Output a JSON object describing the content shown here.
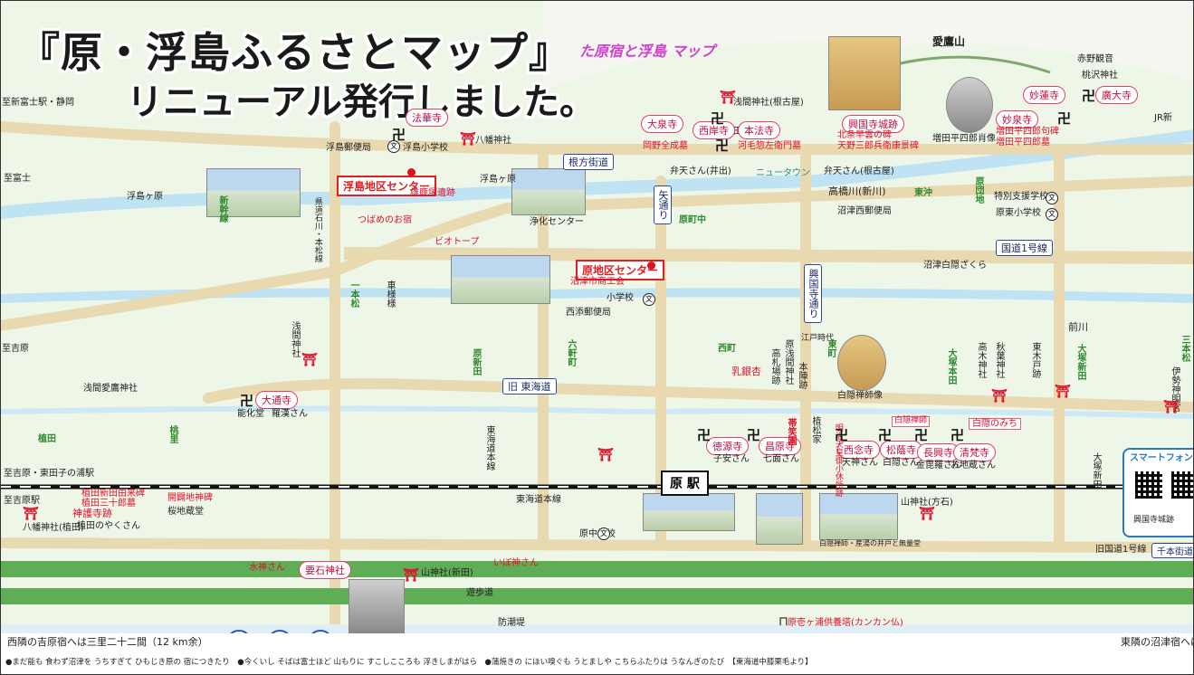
{
  "title": {
    "line1": "『原・浮島ふるさとマップ』",
    "line2": "リニューアル発行しました。"
  },
  "banner": "た原宿と浮島 マップ",
  "roads": {
    "negata": "根方街道",
    "yadori": "矢通り",
    "kokudo1": "国道1号線",
    "kyutokaido": "旧 東海道",
    "kokokyodo": "興国寺通り",
    "kyukokudo1": "旧国道1号線",
    "senbon": "千本街道",
    "newtown": "ニュータウン",
    "tokaido_line": "東海道本線"
  },
  "stations": {
    "hara": "原 駅"
  },
  "centers": {
    "ukishima": "浮島地区センター",
    "hara": "原地区センター"
  },
  "places": [
    "至新富士駅・静岡",
    "至富士",
    "至吉原",
    "至吉原・東田子の浦駅",
    "至吉原駅",
    "浮島ヶ原",
    "浮島ヶ原",
    "浮島郵便局",
    "浮島小学校",
    "法華寺",
    "八幡神社",
    "浅間神社(根古屋)",
    "原田",
    "雄鹿塚遺跡",
    "つばめのお宿",
    "浄化センター",
    "ビオトープ",
    "新幹線",
    "県道石川・本松線",
    "大泉寺",
    "岡野全成墓",
    "西岸寺",
    "本法寺",
    "河毛惣左衛門墓",
    "興国寺城跡",
    "北条早雲の碑",
    "天野三郎兵衛康景碑",
    "妙泉寺",
    "増田平四郎句碑",
    "増田平四郎墓",
    "妙蓮寺",
    "廣大寺",
    "増田平四郎肖像",
    "愛鷹山",
    "桃沢神社",
    "赤野観音",
    "弁天さん(井出)",
    "弁天さん(根古屋)",
    "高橋川(新川)",
    "沼津西郵便局",
    "東沖",
    "原団地",
    "特別支援学校",
    "原東小学校",
    "JR新",
    "原町中",
    "沼津白隠ざくら",
    "沼津市商工会",
    "小学校",
    "西添郵便局",
    "一本松",
    "車様様",
    "浅間神社",
    "大通寺",
    "能化堂",
    "羅漢さん",
    "浅間愛鷹神社",
    "植田",
    "桃里",
    "植田新田由来碑",
    "植田三十郎墓",
    "神護寺跡",
    "植田のやくさん",
    "開闢地神碑",
    "桜地蔵堂",
    "八幡神社(植田)",
    "六軒町",
    "原新田",
    "東海道本線",
    "乳銀杏",
    "西町",
    "高札場跡",
    "本陣跡",
    "原浅間神社",
    "江戸時代",
    "東町",
    "大塚本田",
    "大塚新田",
    "白隠禅師像",
    "前川",
    "秋葉神社",
    "高木神社",
    "東木戸跡",
    "伊勢神明宮",
    "三本松",
    "徳源寺",
    "子安さん",
    "昌原寺",
    "七面さん",
    "西念寺",
    "天神さん",
    "松蔭寺",
    "白隠さん",
    "長興寺",
    "金毘羅さん",
    "清梵寺",
    "お地蔵さん",
    "白隠のみち",
    "帯笑園",
    "植松家",
    "明治天皇御小休所跡",
    "白隠禅師",
    "山神社(方石)",
    "白隠禅師・産湯の井戸と無量堂",
    "大塚新田",
    "スマートフォンで",
    "興国寺城跡",
    "原中学校",
    "要石神社",
    "山神社(新田)",
    "水神さん",
    "遊歩道",
    "防潮堤",
    "原壱ヶ浦供養塔(カンカン仏)",
    "いぼ神さん",
    "駿",
    "河",
    "湾"
  ],
  "footer": {
    "left": "西隣の吉原宿へは三里二十二間（12 km余）",
    "right": "東隣の沼津宿へは",
    "verses": "●まだ能も 食わず沼津を うちすぎて ひもじき原の 宿につきたり　●今くいし そばは富士ほど 山もりに すこしこころも 浮きしまがはら　●蒲焼きの にほい嗅ぐも うとましや こちらふたりは うなんぎのたび　【東海道中膝栗毛より】"
  },
  "colors": {
    "road": "#e8d9b0",
    "river": "#bfe3f2",
    "red": "#e0102a",
    "bluebox": "#2a4a9a"
  },
  "icons": [
    "temple-manji-icon",
    "shrine-torii-icon",
    "school-icon",
    "post-office-icon",
    "monument-icon",
    "red-dot-icon",
    "qr-code-icon"
  ]
}
